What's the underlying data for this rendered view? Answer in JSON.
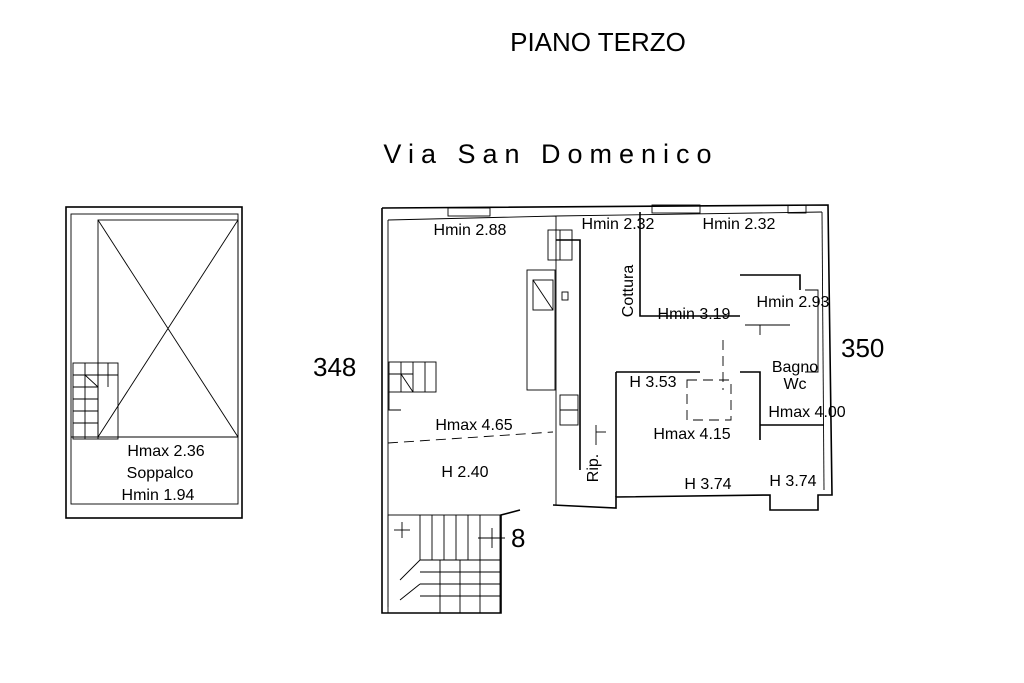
{
  "header": {
    "floor_title": "PIANO TERZO",
    "street_name": "Via San Domenico"
  },
  "neighbors": {
    "left": "348",
    "right": "350",
    "bottom": "8"
  },
  "mezzanine": {
    "hmax": "Hmax 2.36",
    "name": "Soppalco",
    "hmin": "Hmin 1.94"
  },
  "rooms": {
    "hmin_288": "Hmin 2.88",
    "hmin_232a": "Hmin 2.32",
    "hmin_232b": "Hmin 2.32",
    "cottura": "Cottura",
    "hmin_319": "Hmin 3.19",
    "hmin_293": "Hmin 2.93",
    "bagno": "Bagno",
    "wc": "Wc",
    "h_353": "H 3.53",
    "hmax_465": "Hmax 4.65",
    "hmax_415": "Hmax 4.15",
    "hmax_400": "Hmax 4.00",
    "h_240": "H 2.40",
    "rip": "Rip.",
    "h_374a": "H 3.74",
    "h_374b": "H 3.74"
  }
}
